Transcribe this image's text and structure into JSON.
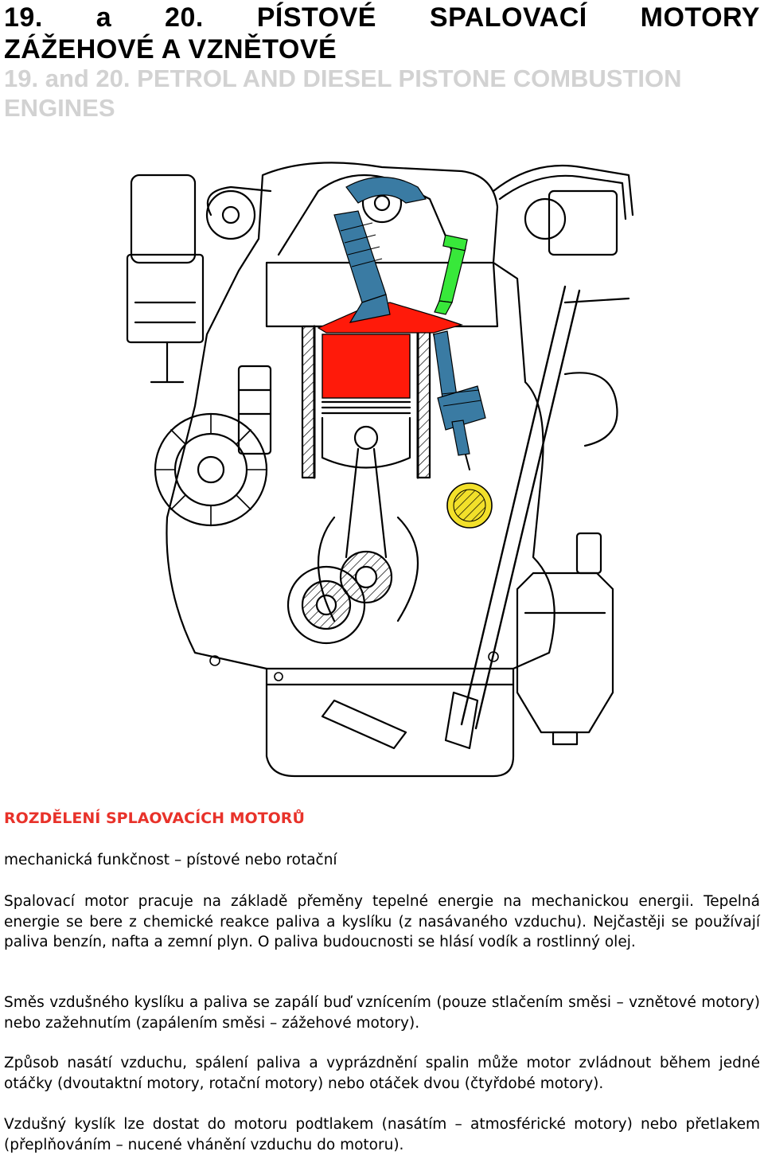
{
  "header": {
    "title_line1_parts": [
      "19.",
      "a",
      "20.",
      "PÍSTOVÉ",
      "SPALOVACÍ",
      "MOTORY"
    ],
    "title_line2": "ZÁŽEHOVÉ A VZNĚTOVÉ",
    "subtitle": "19. and 20. PETROL AND DIESEL PISTONE COMBUSTION ENGINES"
  },
  "colors": {
    "heading_red": "#e8322a",
    "subtitle_gray": "#d2d2d2",
    "combustion_red": "#ff1a0a",
    "valve_blue": "#3a7ba3",
    "injector_green": "#38e83a",
    "gear_yellow": "#f2e02a"
  },
  "figure": {
    "illustration": "engine-cutaway-drawing"
  },
  "section": {
    "heading": "ROZDĚLENÍ SPLAOVACÍCH MOTORŮ",
    "paragraphs": [
      "mechanická funkčnost – pístové nebo rotační",
      "Spalovací motor pracuje na základě přeměny tepelné energie na mechanickou energii. Tepelná energie se bere z chemické reakce paliva a kyslíku (z nasávaného vzduchu). Nejčastěji se používají paliva benzín, nafta a zemní plyn. O paliva budoucnosti se hlásí vodík a rostlinný olej.",
      "Směs vzdušného kyslíku a paliva se zapálí buď vznícením (pouze stlačením směsi – vznětové motory) nebo zažehnutím (zapálením směsi – zážehové motory).",
      "Způsob nasátí vzduchu, spálení paliva a vyprázdnění spalin může motor zvládnout během jedné otáčky (dvoutaktní motory, rotační motory) nebo otáček dvou (čtyřdobé motory).",
      "Vzdušný kyslík lze dostat do motoru podtlakem (nasátím – atmosférické motory) nebo přetlakem (přeplňováním – nucené vhánění vzduchu do motoru)."
    ]
  }
}
